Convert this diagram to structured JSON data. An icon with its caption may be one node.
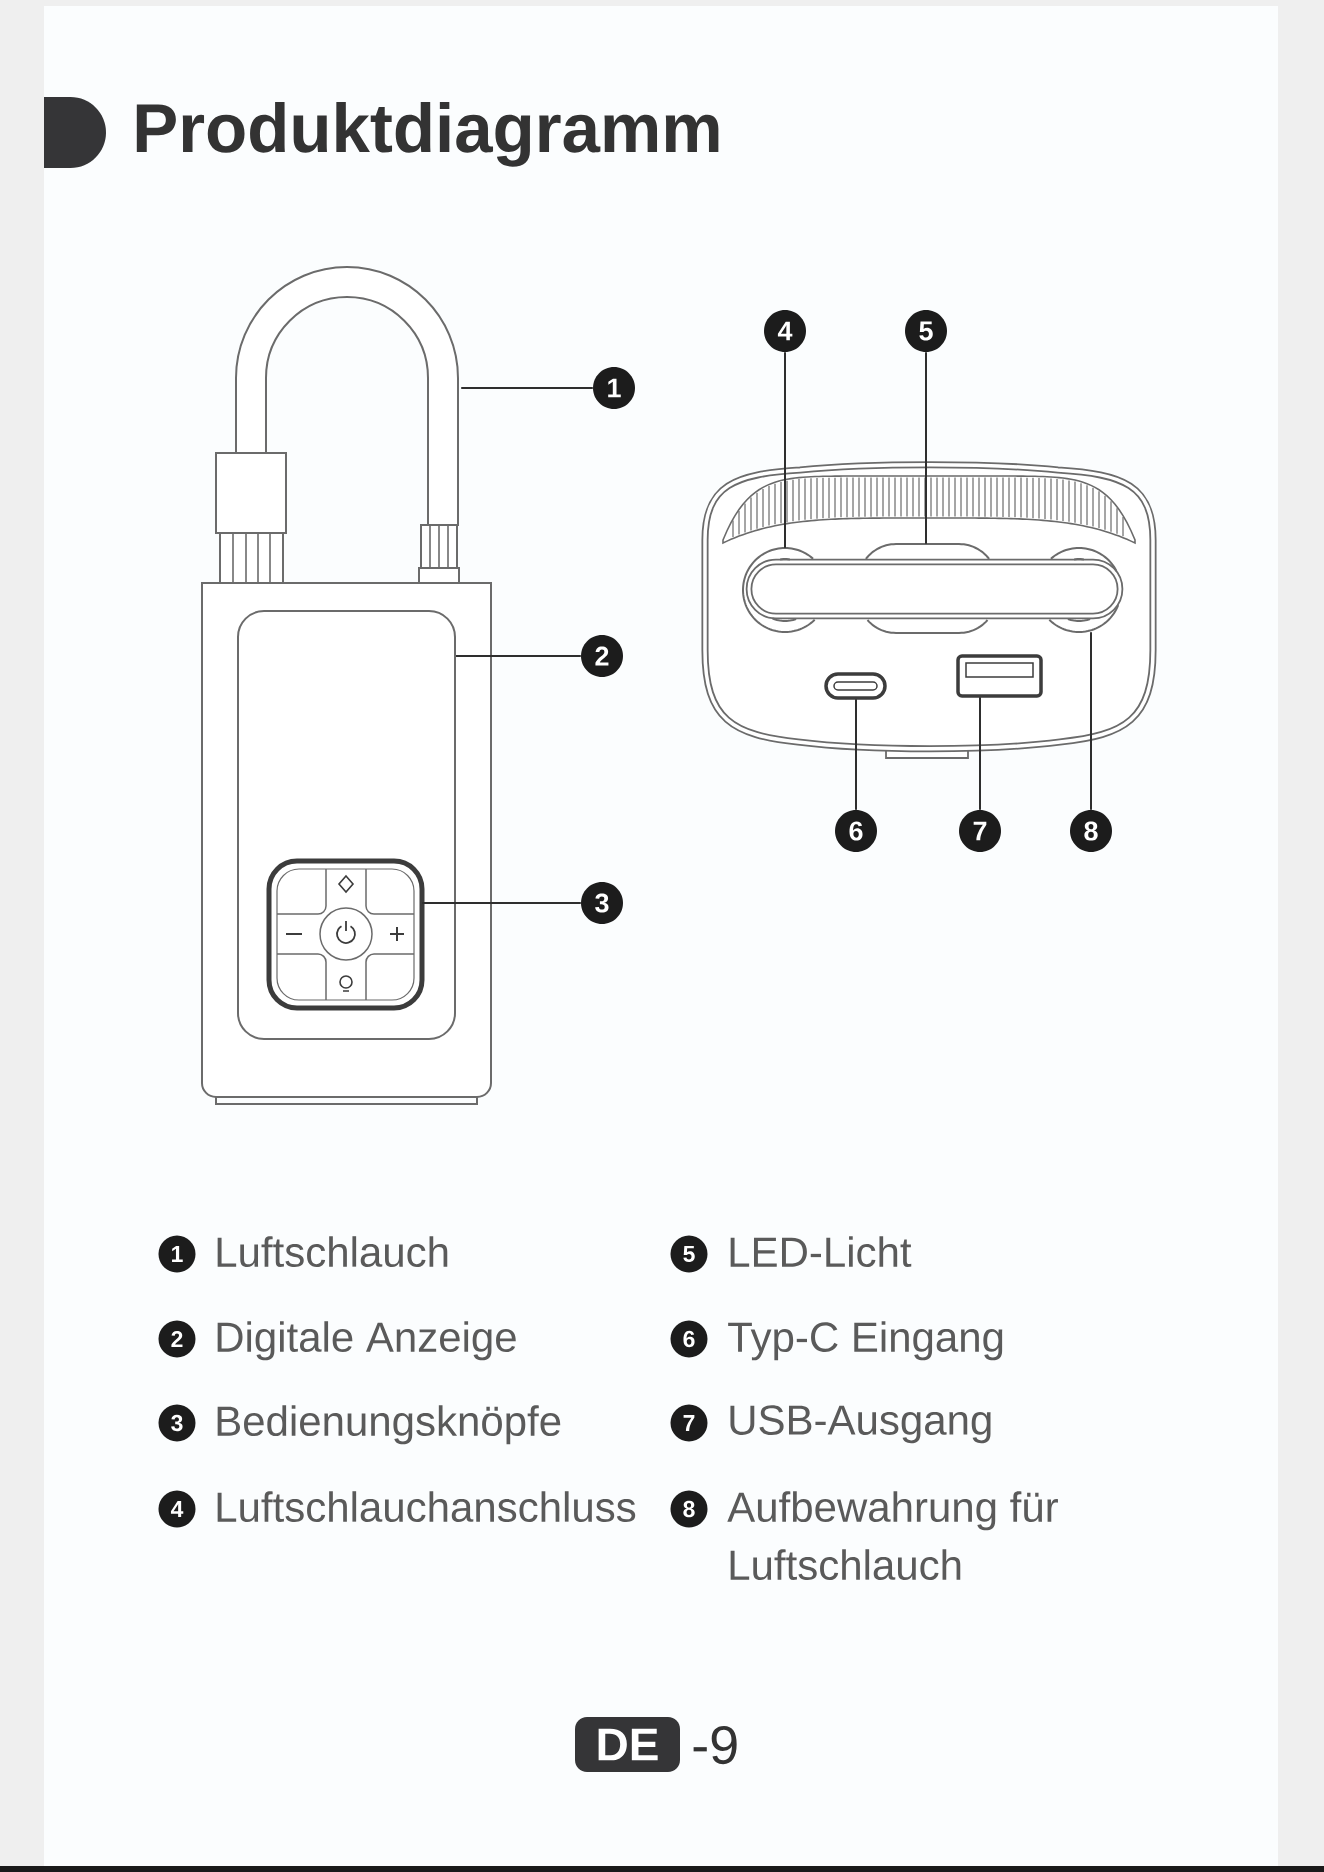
{
  "diagram": {
    "title": "Produktdiagramm",
    "nodes": [
      {
        "text": [
          "1"
        ]
      },
      {
        "text": [],
        "shape": "picture"
      },
      {
        "text": [
          "2"
        ]
      },
      {
        "text": [],
        "shape": "box"
      },
      {
        "text": [
          "3"
        ]
      },
      {
        "text": [],
        "shape": "picture",
        "in": 3
      },
      {
        "text": [
          "4"
        ]
      },
      {
        "text": [
          "5"
        ]
      },
      {
        "text": [],
        "shape": "circle"
      },
      {
        "text": [],
        "shape": "box"
      },
      {
        "text": [],
        "shape": "circle"
      },
      {
        "text": [],
        "shape": "picture"
      },
      {
        "text": [],
        "shape": "picture"
      },
      {
        "text": [
          "6"
        ]
      },
      {
        "text": [
          "7"
        ]
      },
      {
        "text": [
          "8"
        ]
      },
      {
        "text": [
          "1"
        ],
        "beside": [
          "Luftschlauch"
        ]
      },
      {
        "text": [
          "2"
        ],
        "beside": [
          "Digitale Anzeige"
        ]
      },
      {
        "text": [
          "3"
        ],
        "beside": [
          "Bedienungsknöpfe"
        ]
      },
      {
        "text": [
          "4"
        ],
        "beside": [
          "Luftschlauchanschluss"
        ]
      },
      {
        "text": [
          "5"
        ],
        "beside": [
          "LED-Licht"
        ]
      },
      {
        "text": [
          "6"
        ],
        "beside": [
          "Typ-C Eingang"
        ]
      },
      {
        "text": [
          "7"
        ],
        "beside": [
          "USB-Ausgang"
        ]
      },
      {
        "text": [
          "8"
        ],
        "beside": [
          "Aufbewahrung für Luftschlauch"
        ]
      },
      {
        "text": [
          "DE"
        ],
        "beside": [
          "-9"
        ]
      }
    ],
    "edges": [
      {
        "from": 0,
        "to": 1,
        "arrow": "none"
      },
      {
        "from": 2,
        "to": 3,
        "arrow": "none"
      },
      {
        "from": 4,
        "to": 5,
        "arrow": "none"
      },
      {
        "from": 6,
        "to": 8,
        "arrow": "none"
      },
      {
        "from": 7,
        "to": 9,
        "arrow": "none"
      },
      {
        "from": 13,
        "to": 11,
        "arrow": "none"
      },
      {
        "from": 14,
        "to": 12,
        "arrow": "none"
      },
      {
        "from": 15,
        "to": 10,
        "arrow": "none"
      }
    ]
  }
}
